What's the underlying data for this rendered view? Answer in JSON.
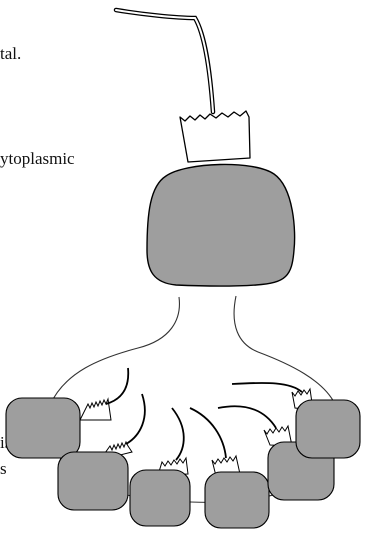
{
  "text_fragments": [
    "tal.",
    "ytoplasmic",
    "is",
    "s"
  ],
  "colors": {
    "body_fill": "#9e9e9e",
    "collar_fill": "#ffffff",
    "stroke": "#000000",
    "outline": "#333333"
  }
}
